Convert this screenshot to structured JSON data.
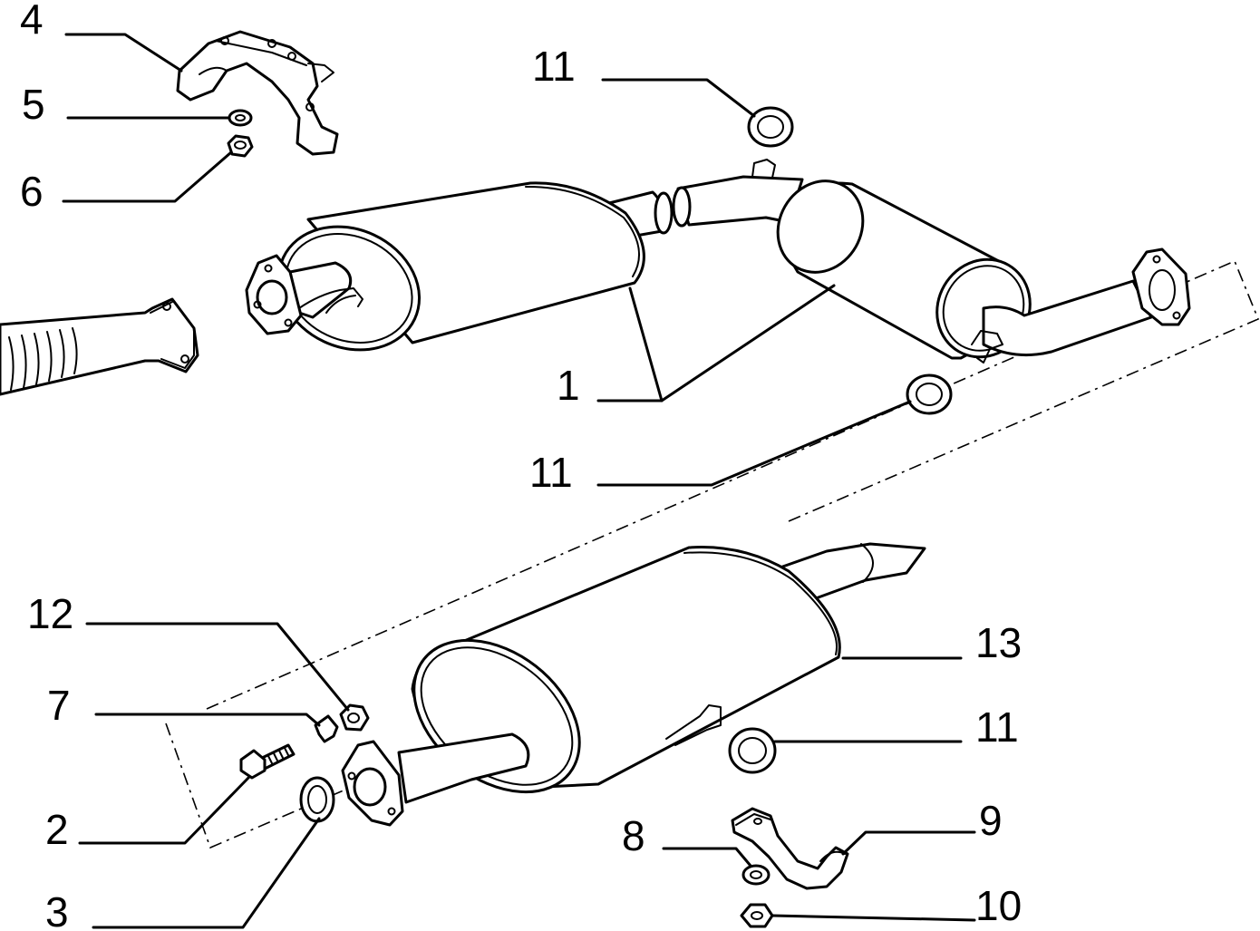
{
  "diagram": {
    "callouts": [
      {
        "id": "c4",
        "label": "4"
      },
      {
        "id": "c5",
        "label": "5"
      },
      {
        "id": "c6",
        "label": "6"
      },
      {
        "id": "c11a",
        "label": "11"
      },
      {
        "id": "c1",
        "label": "1"
      },
      {
        "id": "c11b",
        "label": "11"
      },
      {
        "id": "c12",
        "label": "12"
      },
      {
        "id": "c7",
        "label": "7"
      },
      {
        "id": "c2",
        "label": "2"
      },
      {
        "id": "c3",
        "label": "3"
      },
      {
        "id": "c13",
        "label": "13"
      },
      {
        "id": "c11c",
        "label": "11"
      },
      {
        "id": "c8",
        "label": "8"
      },
      {
        "id": "c9",
        "label": "9"
      },
      {
        "id": "c10",
        "label": "10"
      }
    ]
  }
}
